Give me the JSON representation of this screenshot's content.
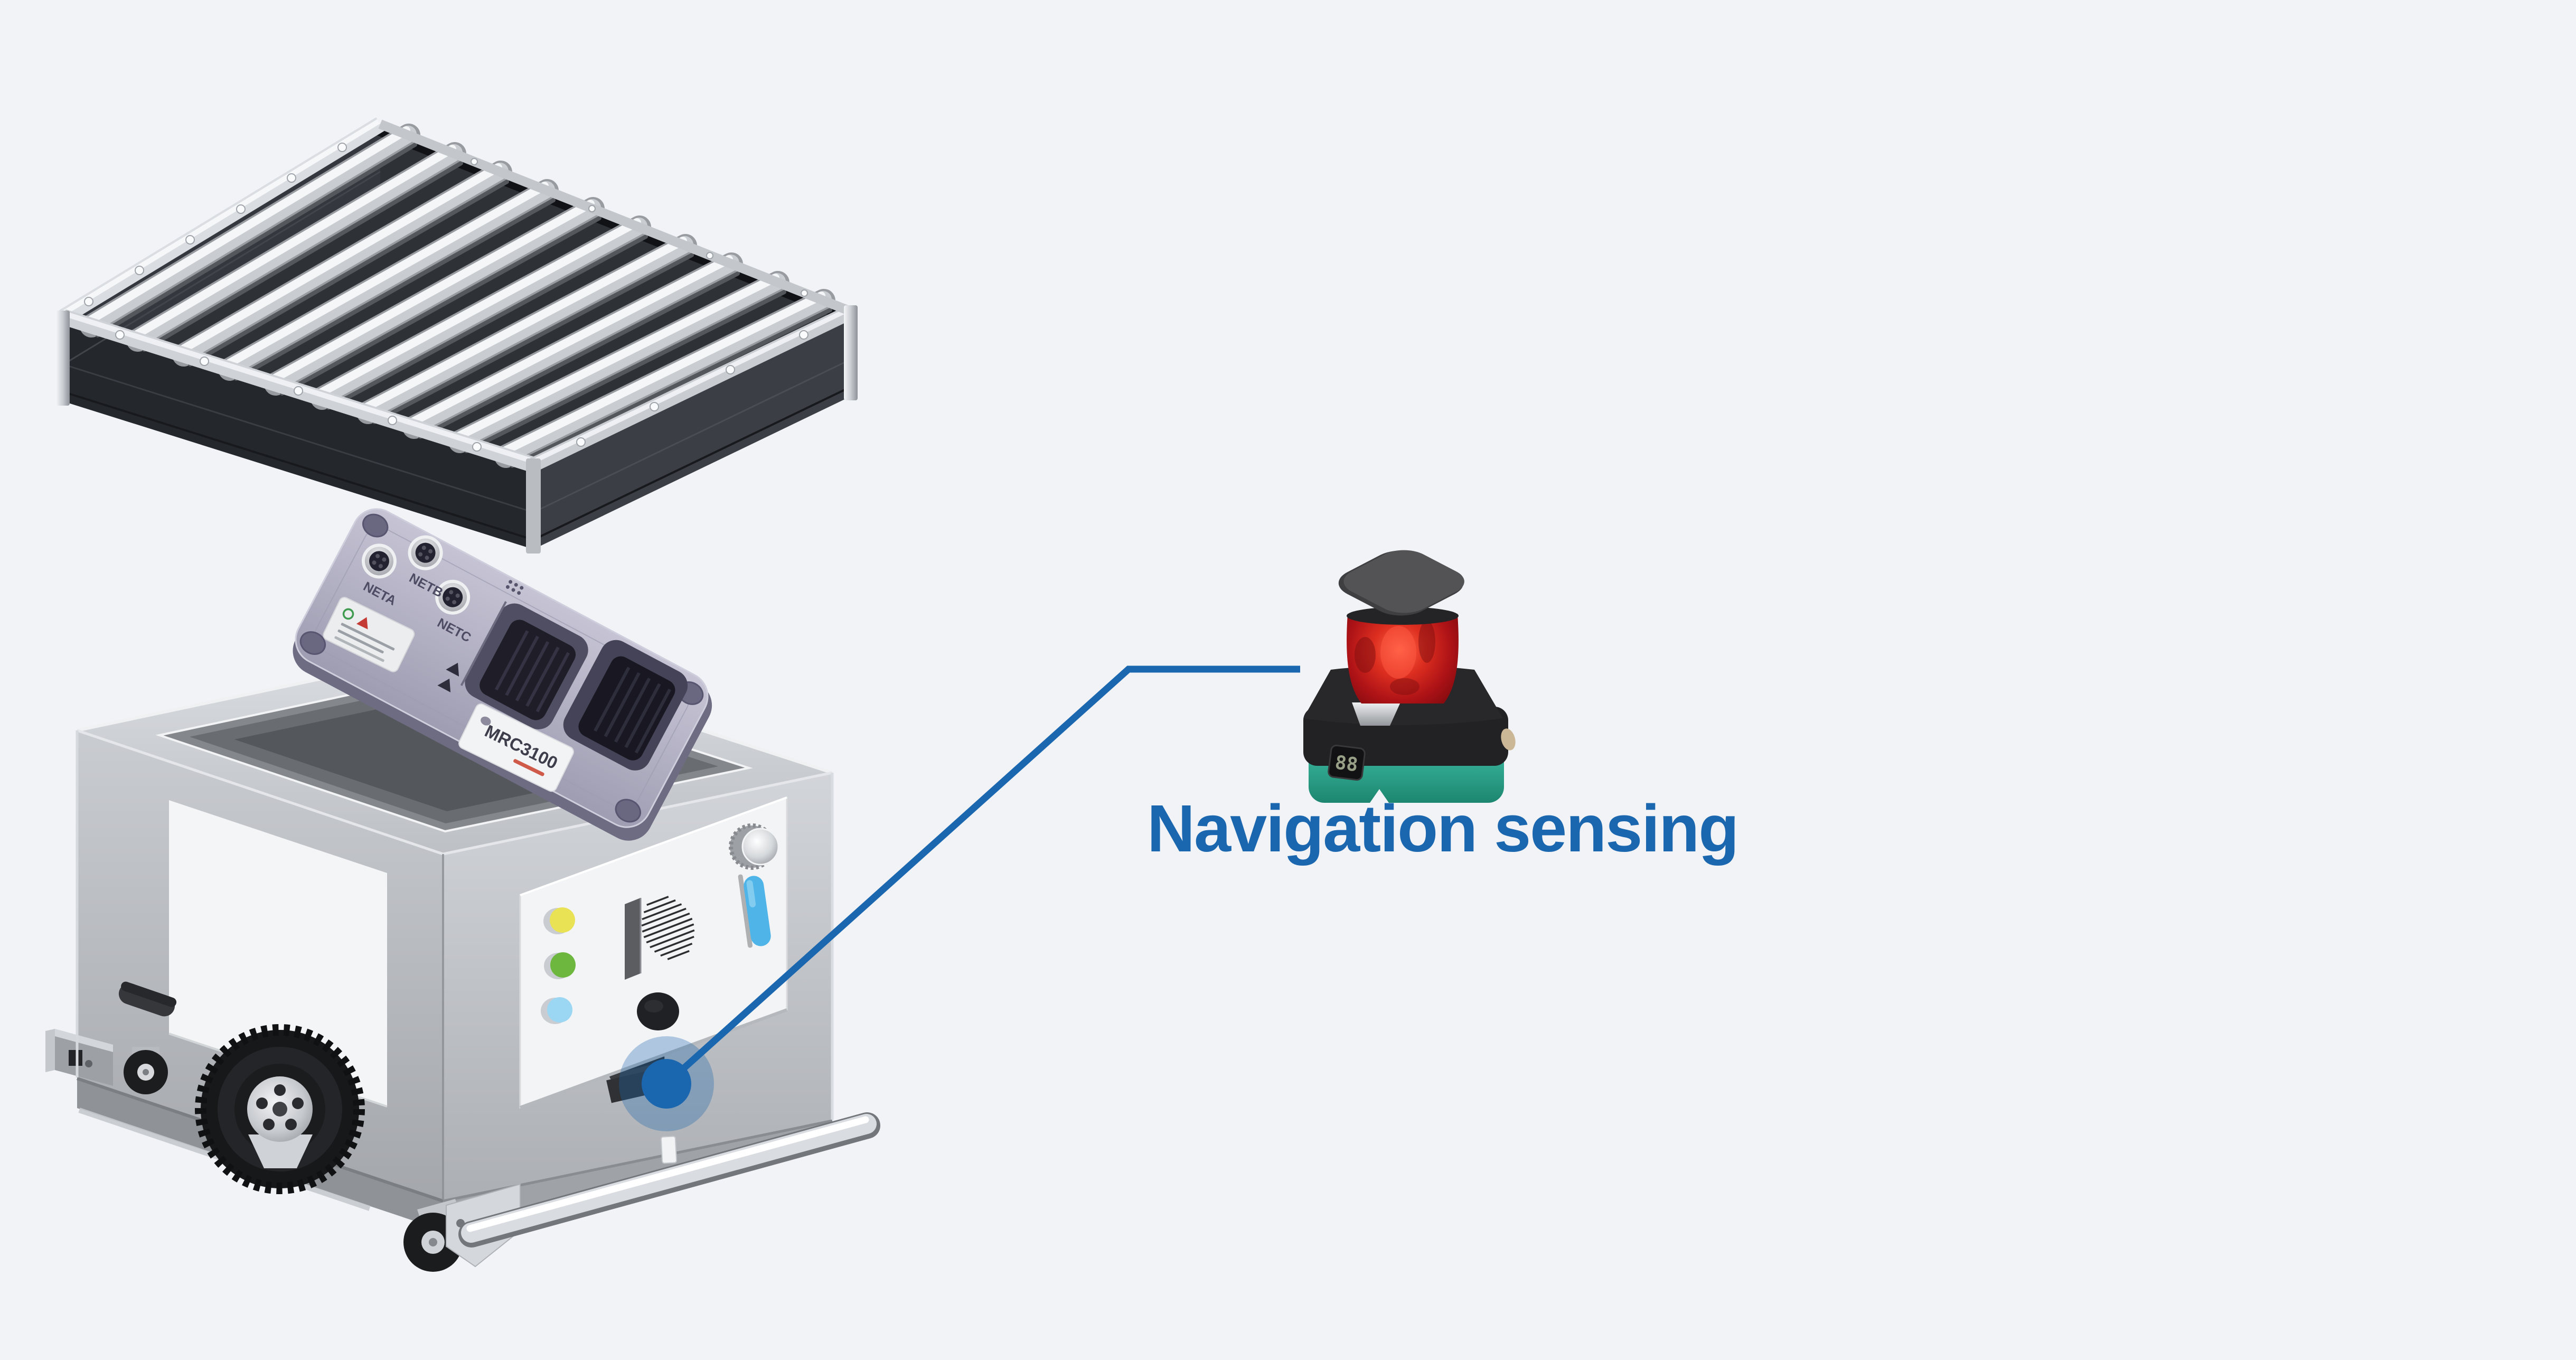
{
  "theme": {
    "background": "#f1f3f7",
    "accent": "#1b67af",
    "indicator_yellow": "#e9e254",
    "indicator_green": "#6db73f",
    "indicator_blue": "#9bd6f2",
    "pill_blue": "#4fb4e7",
    "lidar_red": "#c0181c",
    "lidar_teal": "#2aa78d"
  },
  "callout": {
    "label": "Navigation sensing"
  },
  "controller": {
    "model": "MRC3100",
    "ports": [
      "NETA",
      "NETB",
      "NETC"
    ]
  },
  "lidar": {
    "display": "88"
  }
}
